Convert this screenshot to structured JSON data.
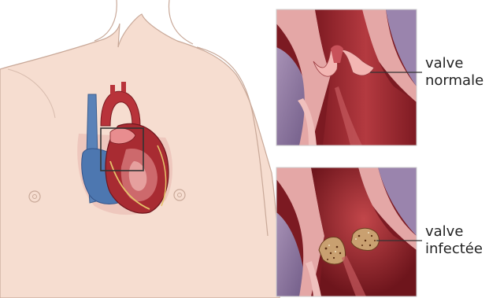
{
  "labels": {
    "normal": {
      "line1": "valve",
      "line2": "normale"
    },
    "infected": {
      "line1": "valve",
      "line2": "infectée"
    }
  },
  "colors": {
    "skin": "#f5dccf",
    "skin_outline": "#c9a999",
    "blood_dark": "#8e1f26",
    "blood_mid": "#b8333a",
    "valve_tissue": "#f0a9a6",
    "vessel_purple": "#8a6f9c",
    "vein_blue": "#4d77b0",
    "vegetation": "#b88a5a",
    "callout_box": "#333333"
  },
  "icons": [
    "torso-illustration",
    "heart-illustration",
    "normal-valve-inset",
    "infected-valve-inset"
  ]
}
